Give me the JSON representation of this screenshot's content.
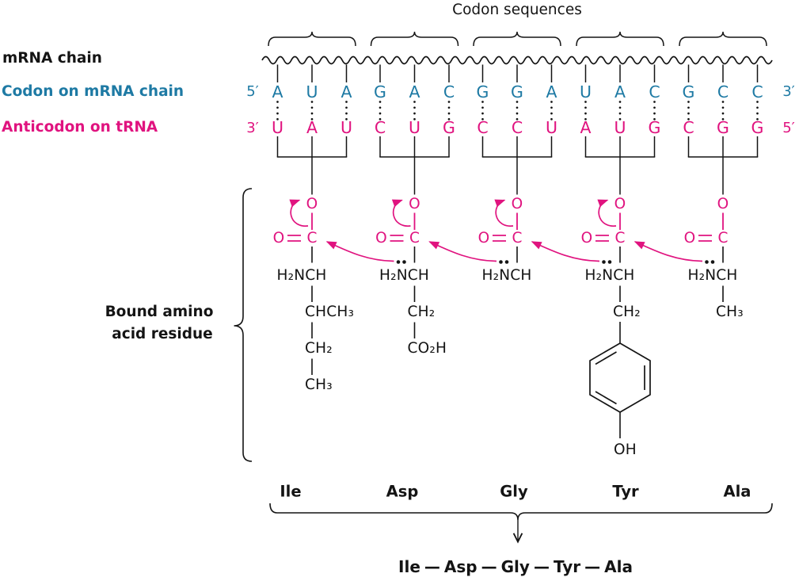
{
  "title": "Codon sequences",
  "labels": {
    "mrna_chain": "mRNA chain",
    "codon_row": "Codon on mRNA chain",
    "anticodon_row": "Anticodon on tRNA",
    "bound_residue_line1": "Bound amino",
    "bound_residue_line2": "acid residue",
    "five_prime": "5′",
    "three_prime": "3′"
  },
  "colors": {
    "codon": "#1e7aa4",
    "anticodon": "#e0137f",
    "ink": "#141414"
  },
  "codons": [
    [
      "A",
      "U",
      "A"
    ],
    [
      "G",
      "A",
      "C"
    ],
    [
      "G",
      "G",
      "A"
    ],
    [
      "U",
      "A",
      "C"
    ],
    [
      "G",
      "C",
      "C"
    ]
  ],
  "anticodons": [
    [
      "U",
      "A",
      "U"
    ],
    [
      "C",
      "U",
      "G"
    ],
    [
      "C",
      "C",
      "U"
    ],
    [
      "A",
      "U",
      "G"
    ],
    [
      "C",
      "G",
      "G"
    ]
  ],
  "chem": {
    "o": "O",
    "c": "C"
  },
  "amino_acids": [
    {
      "name": "Ile",
      "backbone": "H₂NCH",
      "side_chain": [
        "CHCH₃",
        "CH₂",
        "CH₃"
      ],
      "ring": false,
      "lone_pair": false,
      "curl_arrow": true
    },
    {
      "name": "Asp",
      "backbone": "H₂NCH",
      "side_chain": [
        "CH₂",
        "CO₂H"
      ],
      "ring": false,
      "lone_pair": true,
      "curl_arrow": true
    },
    {
      "name": "Gly",
      "backbone": "H₂NCH",
      "side_chain": [],
      "ring": false,
      "lone_pair": true,
      "curl_arrow": true
    },
    {
      "name": "Tyr",
      "backbone": "H₂NCH",
      "side_chain": [
        "CH₂"
      ],
      "ring": true,
      "ring_suffix": "OH",
      "lone_pair": true,
      "curl_arrow": true
    },
    {
      "name": "Ala",
      "backbone": "H₂NCH",
      "side_chain": [
        "CH₃"
      ],
      "ring": false,
      "lone_pair": true,
      "curl_arrow": false
    }
  ],
  "peptide": [
    "Ile",
    "Asp",
    "Gly",
    "Tyr",
    "Ala"
  ],
  "peptide_bond": "—"
}
